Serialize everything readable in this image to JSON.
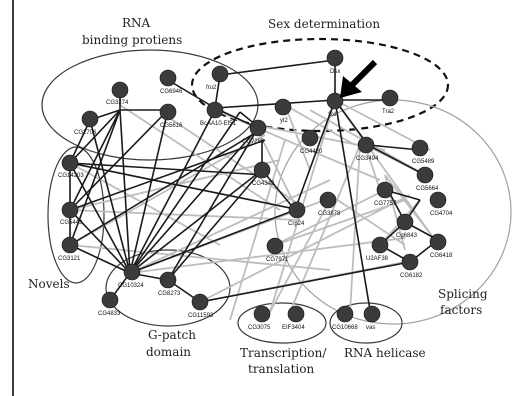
{
  "groups": {
    "rna_binding": [
      "RNA",
      "binding  protiens"
    ],
    "sex_determination": "Sex determination",
    "novels": "Novels",
    "g_patch": [
      "G-patch",
      "domain"
    ],
    "transcription": [
      "Transcription/",
      "translation"
    ],
    "rna_helicase": "RNA helicase",
    "splicing": [
      "Splicing",
      "factors"
    ]
  },
  "nodes": {
    "dsx": "Dsx",
    "fru": "fru2",
    "tra2": "Tra2",
    "sxl": "Sxl",
    "cg6946": "CG6946",
    "cg3274": "CG3274",
    "cg2706": "CG2706",
    "cg5616": "CG5616",
    "bcaa": "BcAA10-Ef51",
    "cg7288": "CG7288",
    "yl": "yl2",
    "cg4420": "CG4420",
    "cg4343": "CG4343",
    "cg3494": "CG3494",
    "cg5489": "CG5489",
    "cg5664": "CG5664",
    "cg4704": "CG4704",
    "cg7757": "CG7757",
    "cg14203": "CG14203",
    "cg5443": "CG5443",
    "cg3121": "CG3121",
    "crp2": "Crp24",
    "cg7971": "CG7971",
    "cg3878": "CG3878",
    "cg6843": "Cg6843",
    "cg6418": "CG6418",
    "u2af": "U2AF38",
    "cg6182": "CG6182",
    "cg10324": "CG10324",
    "cg4833": "CG4833",
    "cg8273": "CG8273",
    "cg11593": "CG11593",
    "cg3075": "CG3075",
    "eif": "EIF3404",
    "cg10668": "CG10668",
    "vas": "vas"
  }
}
